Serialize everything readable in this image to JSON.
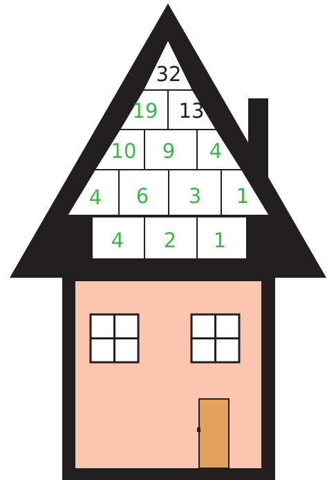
{
  "roof": {
    "top": "32",
    "row2": [
      "19",
      "13"
    ],
    "row3": [
      "10",
      "9",
      "4"
    ],
    "row4": [
      "4",
      "6",
      "3",
      "1"
    ],
    "row5": [
      "4",
      "2",
      "1"
    ]
  },
  "colors": {
    "outline": "#231f20",
    "wall": "#fbc5b0",
    "door": "#e4a15e",
    "number_green": "#3cb54a",
    "number_black": "#231f20",
    "brick_fill": "#ffffff"
  },
  "icons": {
    "door_knob": "door-knob-icon"
  }
}
